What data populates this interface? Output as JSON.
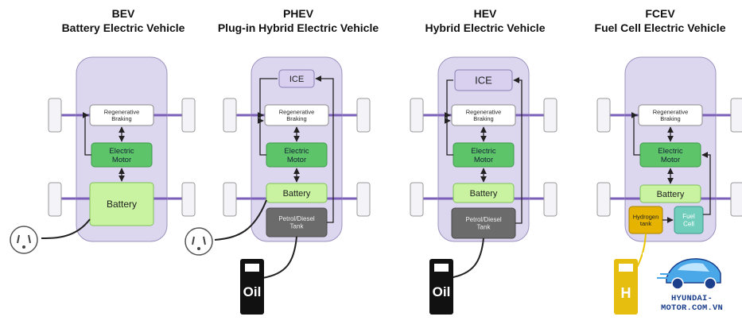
{
  "colors": {
    "body": "#ddd6ef",
    "body_stroke": "#9b93bd",
    "axle": "#7b5fb8",
    "wheel": "#f4f4f8",
    "regen": "#ffffff",
    "motor": "#5ec46a",
    "battery": "#c9f3a0",
    "ice": "#d8d0ee",
    "tank": "#6b6b6b",
    "hydrogen": "#e6b400",
    "fuelcell": "#70cdbb",
    "line": "#222222"
  },
  "panels": [
    {
      "abbr": "BEV",
      "name": "Battery Electric Vehicle",
      "regen": [
        "Regenerative",
        "Braking"
      ],
      "motor": [
        "Electric",
        "Motor"
      ],
      "battery": "Battery",
      "plug_icon": "power-plug-icon"
    },
    {
      "abbr": "PHEV",
      "name": "Plug-in Hybrid Electric Vehicle",
      "ice": "ICE",
      "regen": [
        "Regenerative",
        "Braking"
      ],
      "motor": [
        "Electric",
        "Motor"
      ],
      "battery": "Battery",
      "tank": [
        "Petrol/Diesel",
        "Tank"
      ],
      "plug_icon": "power-plug-icon",
      "pump_icon": "fuel-pump-icon",
      "pump_label": "Oil"
    },
    {
      "abbr": "HEV",
      "name": "Hybrid Electric Vehicle",
      "ice": "ICE",
      "regen": [
        "Regenerative",
        "Braking"
      ],
      "motor": [
        "Electric",
        "Motor"
      ],
      "battery": "Battery",
      "tank": [
        "Petrol/Diesel",
        "Tank"
      ],
      "pump_icon": "fuel-pump-icon",
      "pump_label": "Oil"
    },
    {
      "abbr": "FCEV",
      "name": "Fuel Cell Electric Vehicle",
      "regen": [
        "Regenerative",
        "Braking"
      ],
      "motor": [
        "Electric",
        "Motor"
      ],
      "battery": "Battery",
      "hydrogen": [
        "Hydrogen",
        "tank"
      ],
      "fuelcell": [
        "Fuel",
        "Cell"
      ],
      "pump_icon": "hydrogen-pump-icon",
      "pump_label": "H"
    }
  ],
  "brand": {
    "text": "HYUNDAI-MOTOR.COM.VN",
    "icon": "car-logo-icon"
  }
}
